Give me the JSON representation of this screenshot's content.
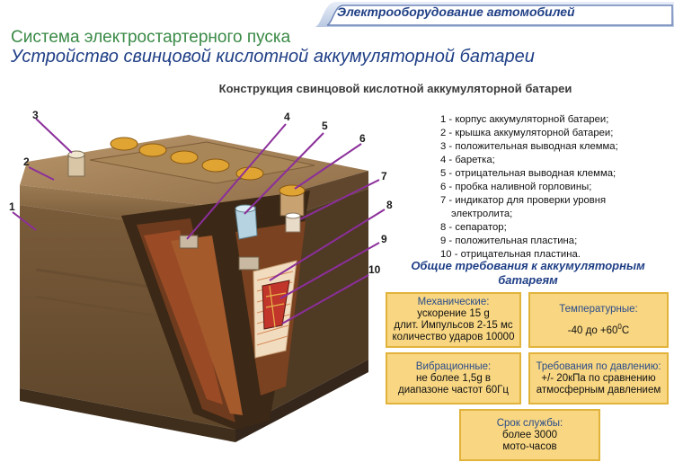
{
  "header": {
    "banner": "Электрооборудование автомобилей",
    "subject": "Система электростартерного пуска",
    "title": "Устройство свинцовой кислотной аккумуляторной батареи"
  },
  "diagram": {
    "title": "Конструкция свинцовой кислотной аккумуляторной батареи",
    "callouts": [
      "1",
      "2",
      "3",
      "4",
      "5",
      "6",
      "7",
      "8",
      "9",
      "10"
    ]
  },
  "legend": [
    "1 - корпус  аккумуляторной  батареи;",
    "2 - крышка  аккумуляторной  батареи;",
    "3 - положительная выводная клемма;",
    "4 - баретка;",
    "5 - отрицательная выводная клемма;",
    "6 - пробка наливной горловины;",
    "7 - индикатор для проверки  уровня",
    "электролита;",
    "8 - сепаратор;",
    "9 - положительная пластина;",
    "10 - отрицательная пластина."
  ],
  "requirements": {
    "title_line1": "Общие требования к  аккумуляторным",
    "title_line2": "батареям",
    "mechanical": {
      "head": "Механические:",
      "line1": "ускорение 15 g",
      "line2": "длит. Импульсов  2-15 мс",
      "line3": "количество ударов  10000"
    },
    "temperature": {
      "head": "Температурные:",
      "value": "-40 до +60",
      "sup": "0",
      "unit": "C"
    },
    "vibration": {
      "head": "Вибрационные:",
      "line1": "не более  1,5g в",
      "line2": "диапазоне частот  60Гц"
    },
    "pressure": {
      "head": "Требования по давлению:",
      "line1": "+/- 20кПа по сравнению",
      "line2": "атмосферным давлением"
    },
    "service_life": {
      "head": "Срок службы:",
      "line1": "более 3000",
      "line2": "мото-часов"
    }
  },
  "colors": {
    "header_blue": "#1f3f86",
    "subject_green": "#3a8a46",
    "box_fill": "#f8d682",
    "box_border": "#e2b33a",
    "callout_line": "#8b2f9a",
    "battery_body": "#8a6a45"
  }
}
